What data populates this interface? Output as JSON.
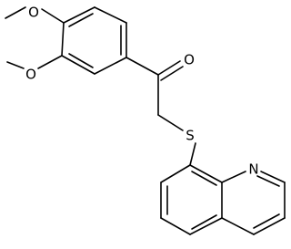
{
  "structure": {
    "atom_labels": {
      "o_methoxy_top": "O",
      "o_methoxy_mid": "O",
      "o_ketone": "O",
      "s_thioether": "S",
      "n_quinoline": "N"
    },
    "colors": {
      "bond": "#000000",
      "label": "#000000",
      "background": "#ffffff"
    }
  }
}
